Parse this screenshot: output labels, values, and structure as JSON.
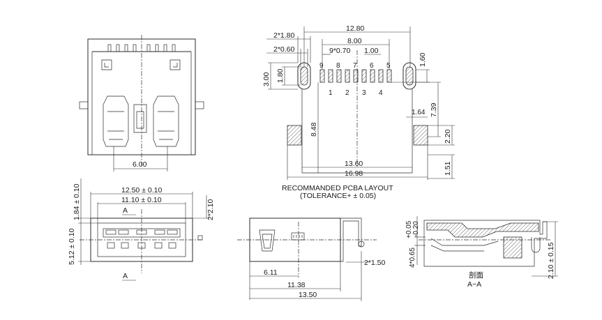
{
  "top_view": {
    "width_dim": "6.00"
  },
  "pcb_layout": {
    "dims": {
      "overall_top": "12.80",
      "two_x_180": "2*1.80",
      "pitch_span": "8.00",
      "two_x_060": "2*0.60",
      "nine_x_070": "9*0.70",
      "pitch": "1.00",
      "height_300": "3.00",
      "height_180": "1.80",
      "right_160": "1.60",
      "right_739": "7.39",
      "right_164": "1.64",
      "left_848": "8.48",
      "right_220": "2.20",
      "bottom_1360": "13.60",
      "bottom_1698": "16.98",
      "right_151": "1.51"
    },
    "pin_labels_top": [
      "9",
      "8",
      "7",
      "6",
      "5"
    ],
    "pin_labels_bottom": [
      "1",
      "2",
      "3",
      "4"
    ],
    "caption_line1": "RECOMMANDED PCBA LAYOUT",
    "caption_line2": "(TOLERANCE+ ± 0.05)"
  },
  "front_view": {
    "width_outer": "12.50 ± 0.10",
    "width_inner": "11.10 ± 0.10",
    "height_184": "1.84 ± 0.10",
    "height_512": "5.12 ± 0.10",
    "height_2x210": "2*2.10",
    "section_marker": "A"
  },
  "side_view": {
    "dim_611": "6.11",
    "dim_1138": "11.38",
    "dim_1350": "13.50",
    "dim_2x150": "2*1.50"
  },
  "section_view": {
    "dim_005": "+0.05",
    "dim_020": "-0.20",
    "dim_4x065": "4*0.65",
    "dim_210": "2.10 ± 0.15",
    "label_cn": "剖面",
    "label": "A−A"
  }
}
